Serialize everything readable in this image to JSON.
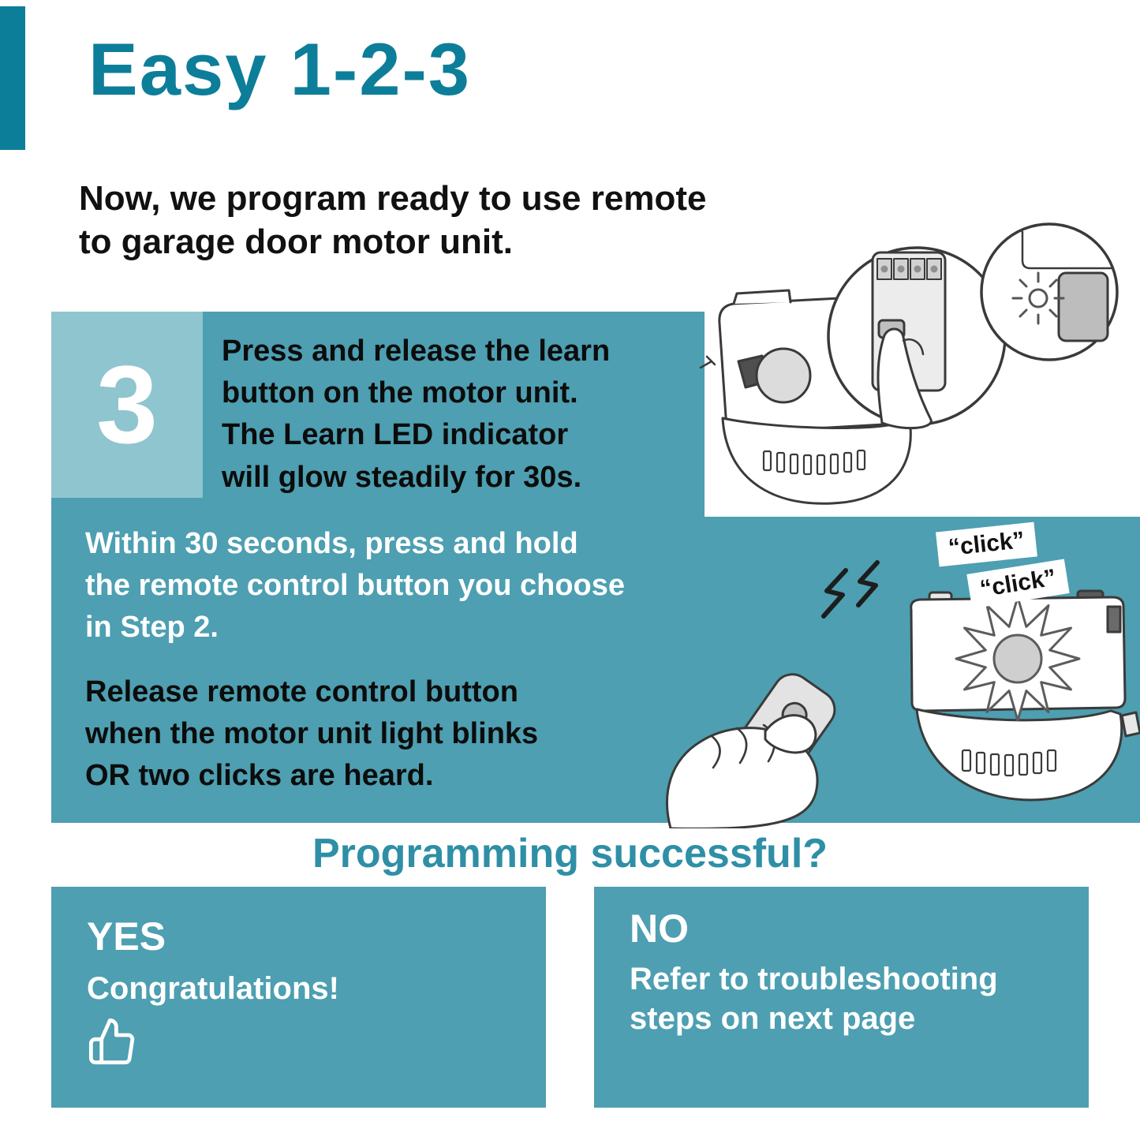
{
  "colors": {
    "accent_teal": "#0d7e99",
    "panel_teal": "#4d9fb1",
    "badge_teal": "#8fc5cf",
    "question_teal": "#2e8fa6"
  },
  "header": {
    "title": "Easy 1-2-3",
    "intro": "Now, we program ready to use remote\nto garage door motor unit."
  },
  "step3": {
    "number": "3",
    "main_instruction": "Press and release the learn\nbutton on the motor unit.\nThe Learn LED indicator\nwill glow steadily for 30s.",
    "within_instruction": "Within 30 seconds, press and hold\nthe remote control button you choose\nin Step 2.",
    "release_instruction": "Release remote control button\nwhen the motor unit light blinks\nOR two clicks are heard."
  },
  "illustration": {
    "click_label_1": "“click”",
    "click_label_2": "“click”"
  },
  "question": "Programming successful?",
  "result": {
    "yes": {
      "label": "YES",
      "message": "Congratulations!"
    },
    "no": {
      "label": "NO",
      "message": "Refer to troubleshooting\nsteps on next page"
    }
  }
}
